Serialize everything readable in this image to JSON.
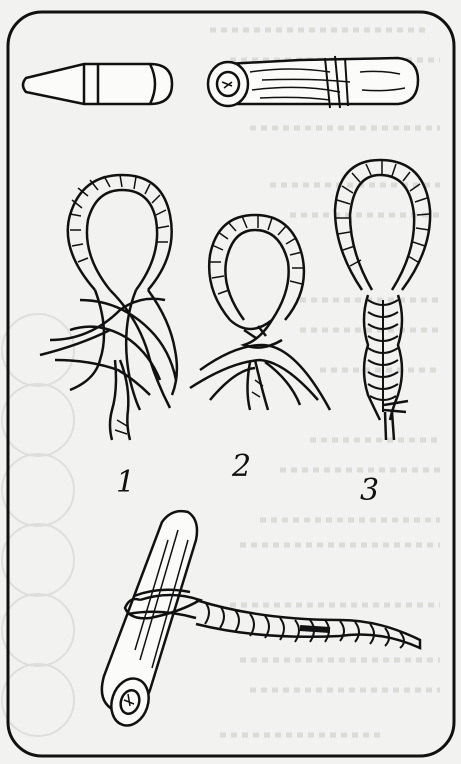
{
  "illustration": {
    "subject": "rope-loop-splice-with-toggle",
    "step_labels": [
      "1",
      "2",
      "3"
    ]
  },
  "colors": {
    "paper": "#f2f2f0",
    "ink": "#111111",
    "bleed_text": "#b9b9b6"
  }
}
